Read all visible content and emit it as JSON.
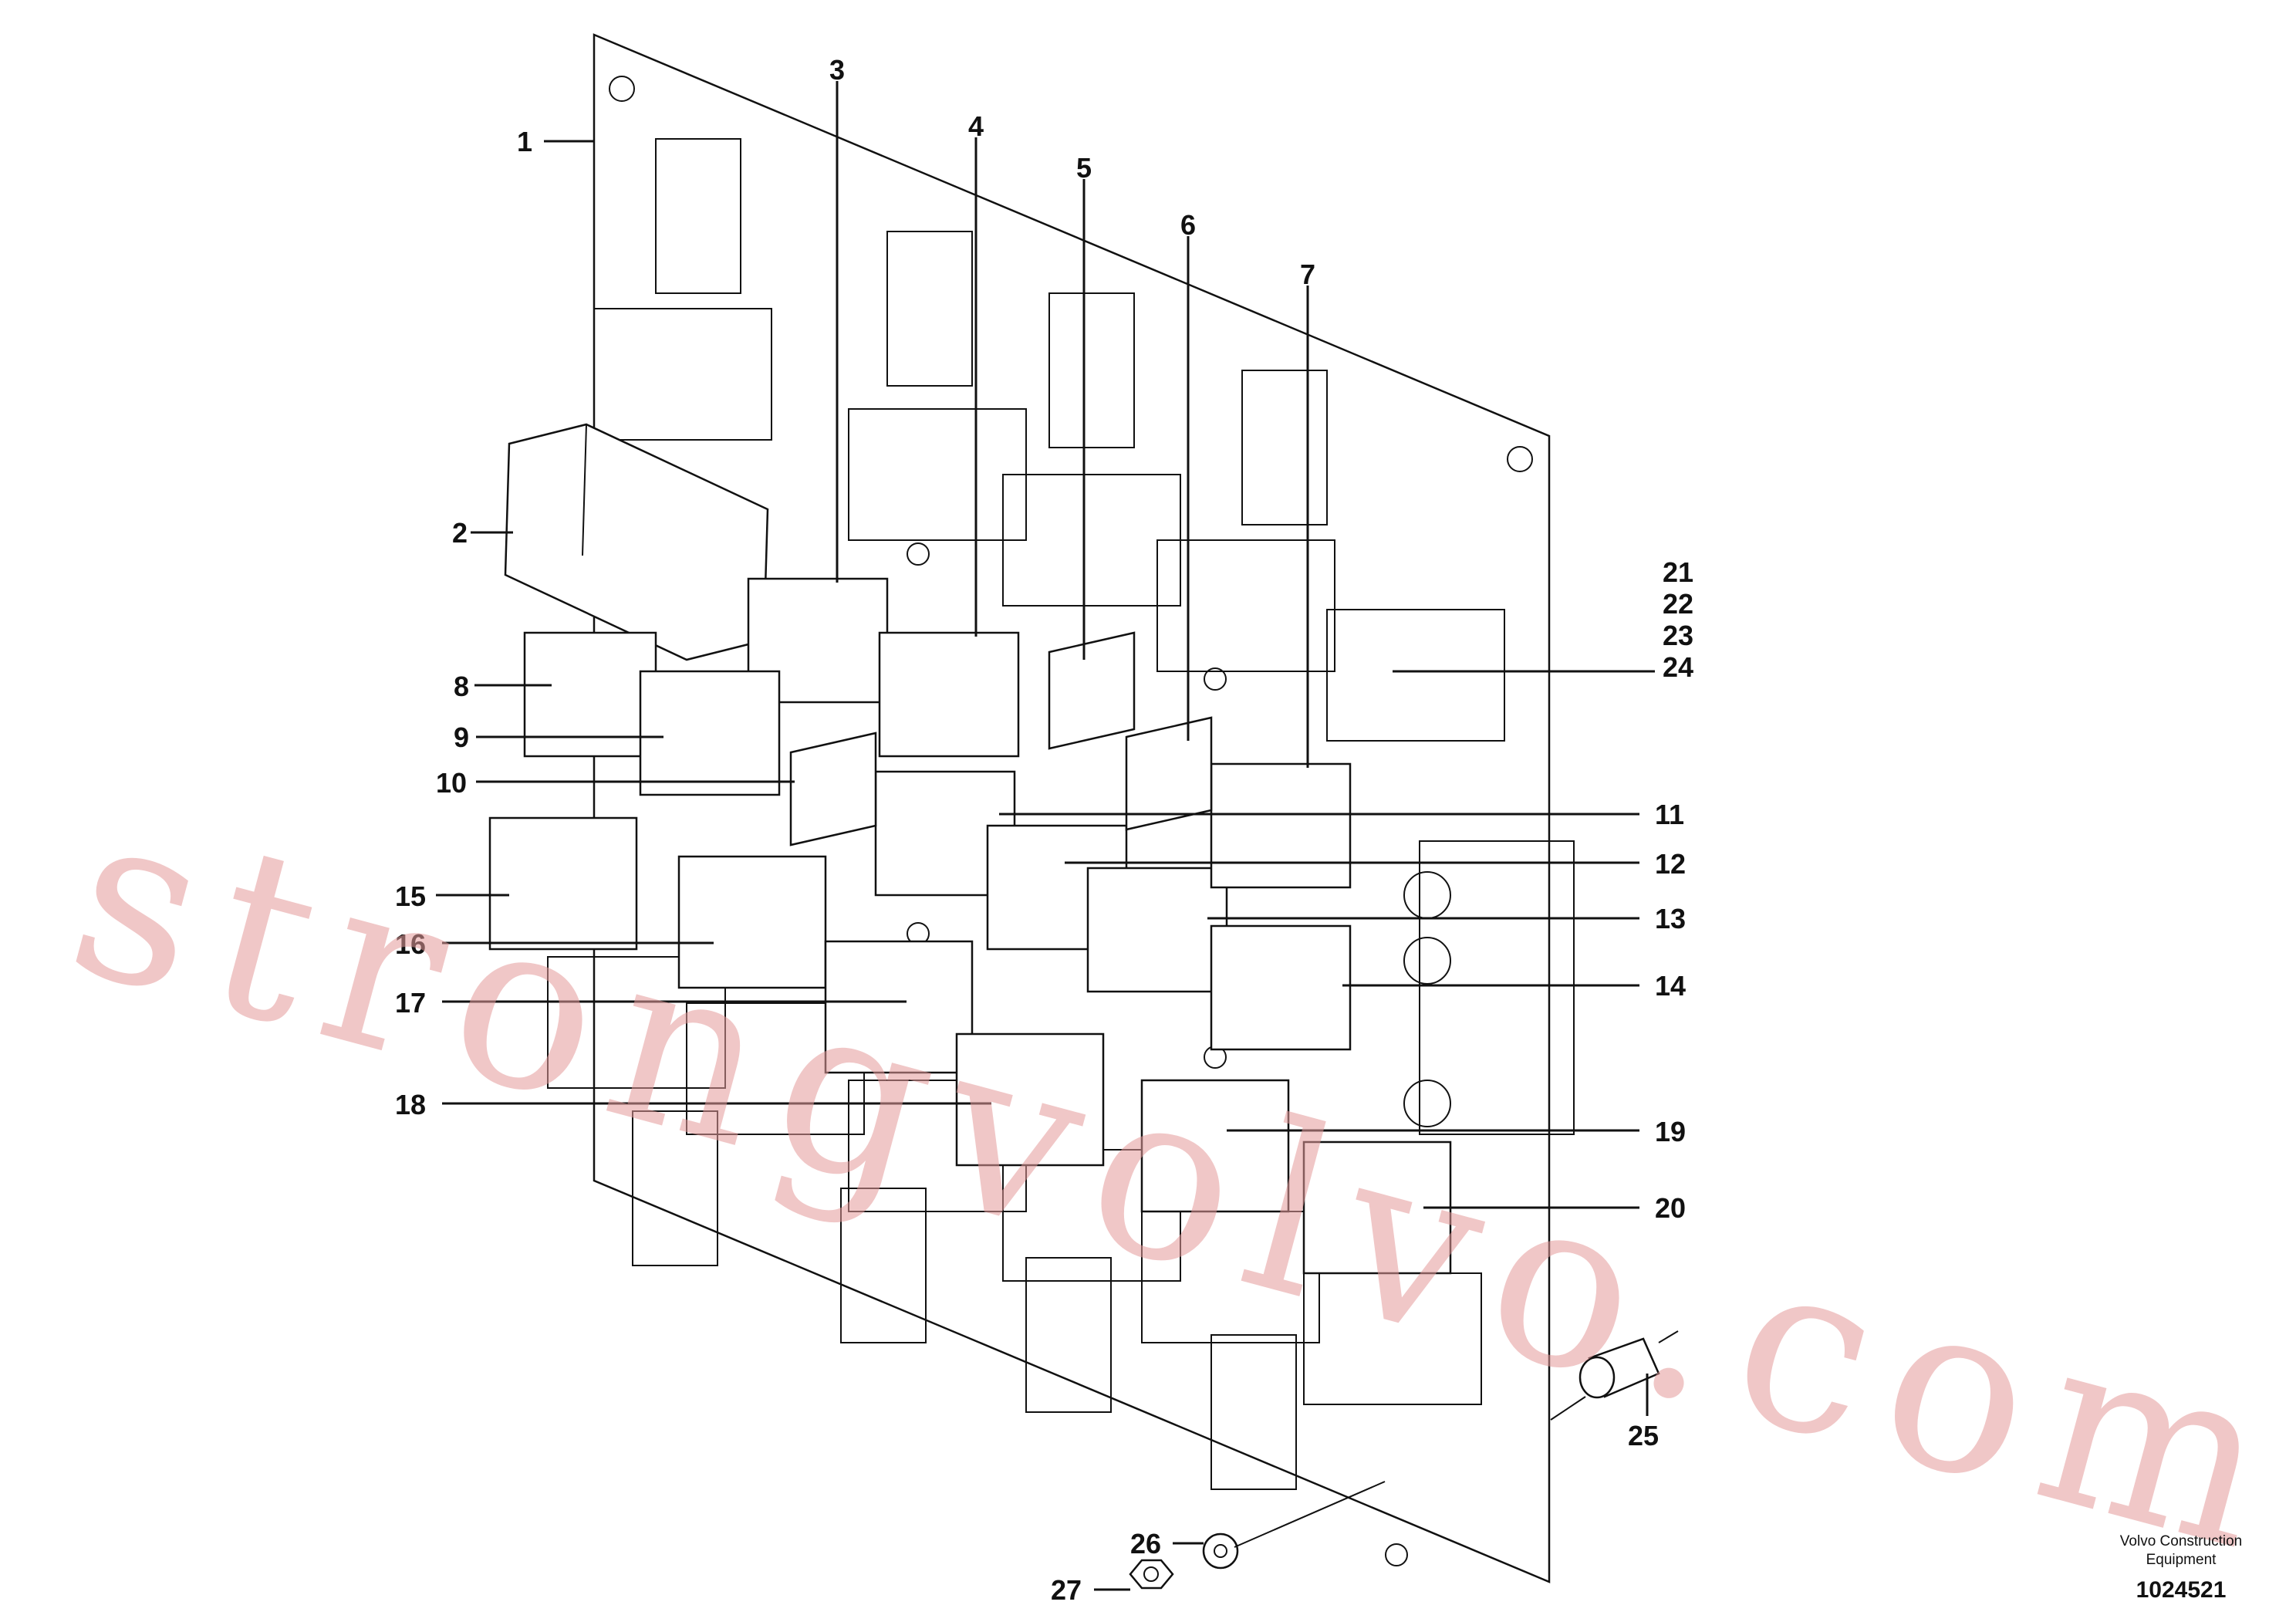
{
  "callouts": [
    {
      "id": "1",
      "text": "1"
    },
    {
      "id": "2",
      "text": "2"
    },
    {
      "id": "3",
      "text": "3"
    },
    {
      "id": "4",
      "text": "4"
    },
    {
      "id": "5",
      "text": "5"
    },
    {
      "id": "6",
      "text": "6"
    },
    {
      "id": "7",
      "text": "7"
    },
    {
      "id": "8",
      "text": "8"
    },
    {
      "id": "9",
      "text": "9"
    },
    {
      "id": "10",
      "text": "10"
    },
    {
      "id": "11",
      "text": "11"
    },
    {
      "id": "12",
      "text": "12"
    },
    {
      "id": "13",
      "text": "13"
    },
    {
      "id": "14",
      "text": "14"
    },
    {
      "id": "15",
      "text": "15"
    },
    {
      "id": "16",
      "text": "16"
    },
    {
      "id": "17",
      "text": "17"
    },
    {
      "id": "18",
      "text": "18"
    },
    {
      "id": "19",
      "text": "19"
    },
    {
      "id": "20",
      "text": "20"
    },
    {
      "id": "21",
      "text": "21"
    },
    {
      "id": "22",
      "text": "22"
    },
    {
      "id": "23",
      "text": "23"
    },
    {
      "id": "24",
      "text": "24"
    },
    {
      "id": "25",
      "text": "25"
    },
    {
      "id": "26",
      "text": "26"
    },
    {
      "id": "27",
      "text": "27"
    }
  ],
  "brand": {
    "line1": "Volvo Construction",
    "line2": "Equipment"
  },
  "doc_number": "1024521",
  "watermark": "strongvolvo.com"
}
